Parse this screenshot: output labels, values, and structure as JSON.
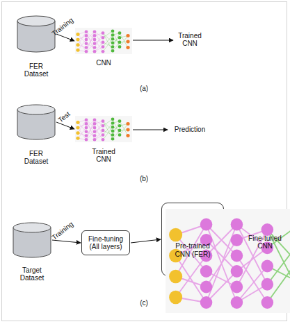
{
  "diagram": {
    "nodes": [
      {
        "text": [
          "FER Dataset"
        ]
      },
      {
        "text": [
          "CNN"
        ]
      },
      {
        "text": [
          "FER Dataset"
        ]
      },
      {
        "text": [
          "Trained CNN"
        ]
      },
      {
        "text": [
          "Target Dataset"
        ]
      },
      {
        "text": [
          "Fine-tuning (All layers)"
        ]
      },
      {
        "text": [
          "Pre-trained CNN (FER)"
        ]
      }
    ],
    "edges": [
      {
        "from": 0,
        "to": 1,
        "label": "Training",
        "arrow": "to"
      },
      {
        "from": 2,
        "to": 3,
        "label": "Test",
        "arrow": "to"
      },
      {
        "from": 4,
        "to": 5,
        "label": "Training",
        "arrow": "to"
      },
      {
        "from": 5,
        "to": 6,
        "arrow": "to"
      }
    ],
    "labels": [
      "Trained CNN",
      "(a)",
      "Prediction",
      "(b)",
      "Fine-tuned CNN",
      "(c)"
    ]
  }
}
